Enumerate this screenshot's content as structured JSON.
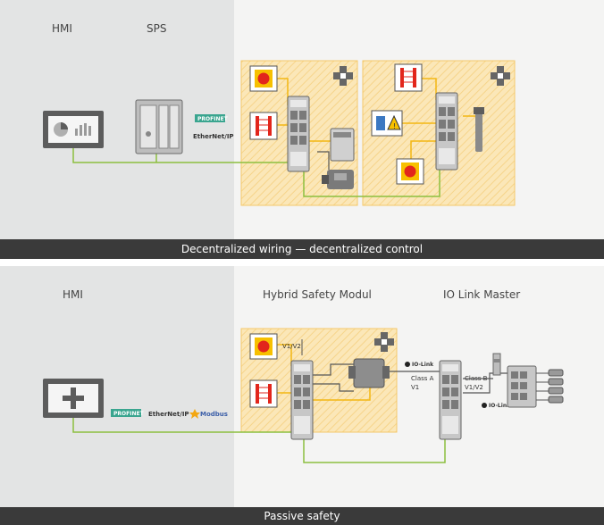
{
  "diagram1": {
    "labels": {
      "hmi": "HMI",
      "sps": "SPS"
    },
    "protocols": {
      "profinet": "PROFINET",
      "ethernetip": "EtherNet/IP"
    },
    "caption": "Decentralized wiring — decentralized control"
  },
  "diagram2": {
    "labels": {
      "hmi": "HMI",
      "hybrid": "Hybrid Safety Modul",
      "iolink_master": "IO Link Master",
      "v1v2_top": "V1/V2",
      "class_a": "Class A",
      "v1": "V1",
      "class_b": "Class B",
      "v1v2_b": "V1/V2",
      "iolink_1": "IO-Link",
      "iolink_2": "IO-Link"
    },
    "protocols": {
      "profinet": "PROFINET",
      "ethernetip": "EtherNet/IP",
      "modbus": "Modbus"
    },
    "caption": "Passive safety"
  },
  "colors": {
    "left_bg": "#e3e4e4",
    "right_bg": "#f4f4f3",
    "zone_fill": "#fbe7b8",
    "zone_border": "#f5c96a",
    "yellow_wire": "#f3b713",
    "green_wire": "#8cbf3f",
    "dark_wire": "#555555",
    "red_button": "#e2261c",
    "banner": "#3a3a3a",
    "profinet_green": "#3aa58f"
  }
}
